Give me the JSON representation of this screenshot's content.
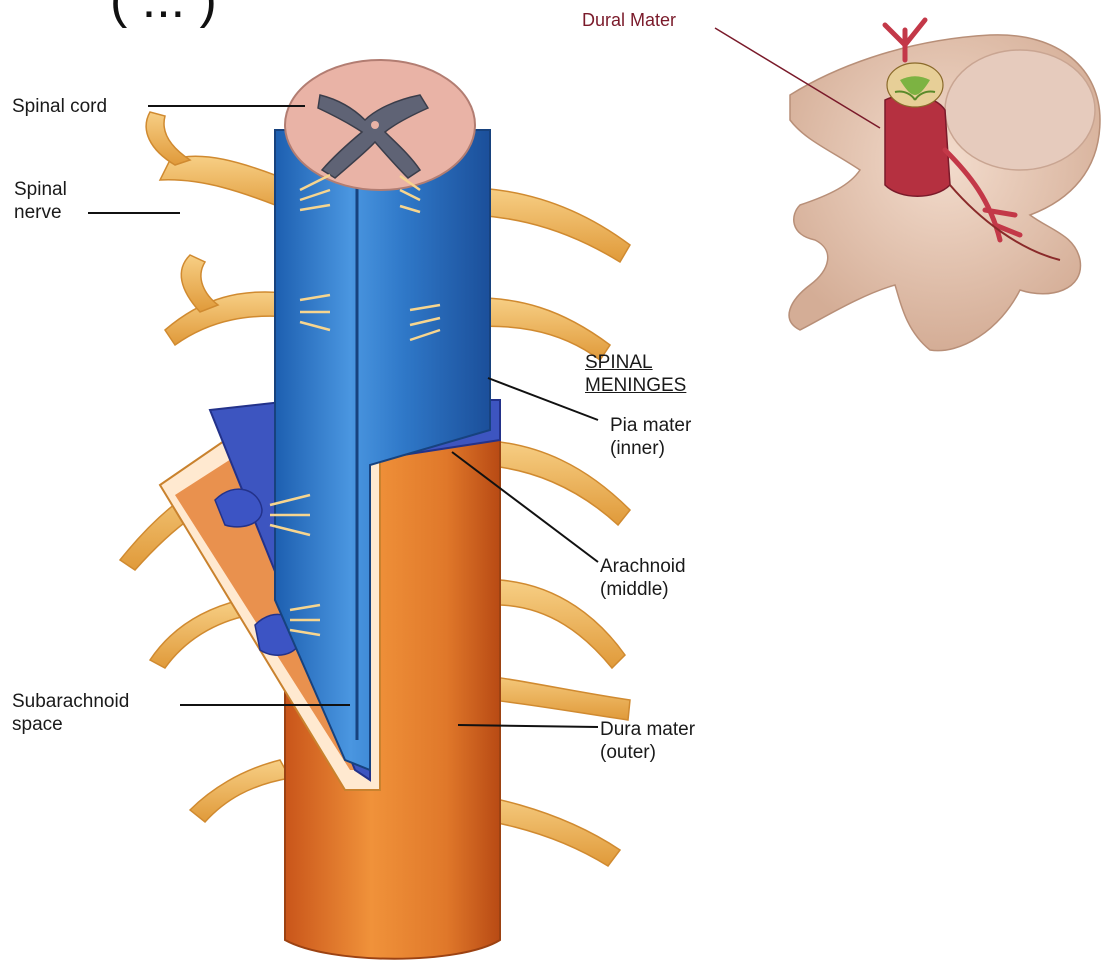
{
  "title_cut": "( ... )",
  "labels": {
    "spinal_cord": "Spinal cord",
    "spinal_nerve_1": "Spinal",
    "spinal_nerve_2": "nerve",
    "heading_1": "SPINAL",
    "heading_2": "MENINGES",
    "pia_1": "Pia mater",
    "pia_2": "(inner)",
    "arachnoid_1": "Arachnoid",
    "arachnoid_2": "(middle)",
    "subarachnoid_1": "Subarachnoid",
    "subarachnoid_2": "space",
    "dura_1": "Dura mater",
    "dura_2": "(outer)",
    "dural_mater": "Dural Mater"
  },
  "colors": {
    "pia_blue": "#2f78c8",
    "arachnoid_blue": "#3d55c0",
    "dura_orange": "#e0782a",
    "nerve_yellow": "#f0b45a",
    "cord_pink": "#e9b3a6",
    "grey_matter": "#6a6e7e",
    "vertebra": "#e8c9b6",
    "dural_red": "#9a2a38"
  }
}
